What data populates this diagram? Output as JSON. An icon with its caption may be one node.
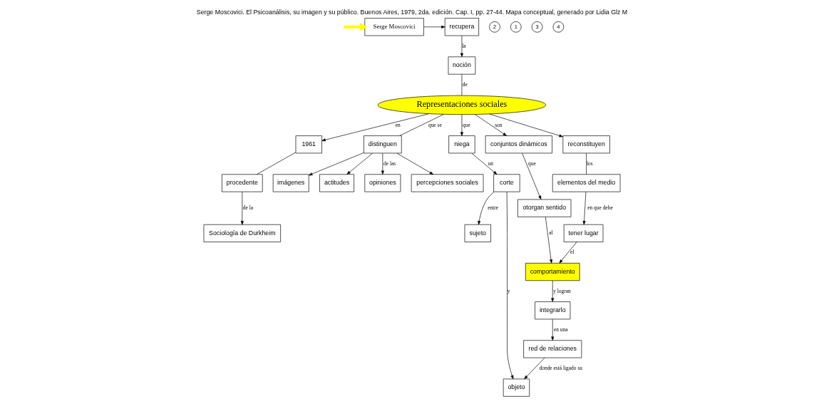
{
  "diagram": {
    "title": "Serge Moscovici. El Psicoanálisis, su imagen y su público. Buenos Aires, 1979, 2da. edición. Cap. I, pp. 27-44. Mapa conceptual, generado por Lidia Glz M",
    "nodes": [
      {
        "text": [
          "Serge Moscovici"
        ]
      },
      {
        "text": [
          "recupera"
        ]
      },
      {
        "text": [
          "noción"
        ]
      },
      {
        "text": [
          "Representaciones sociales"
        ]
      },
      {
        "text": [
          "1961"
        ]
      },
      {
        "text": [
          "procedente"
        ]
      },
      {
        "text": [
          "Sociología de Durkheim"
        ]
      },
      {
        "text": [
          "distinguen"
        ]
      },
      {
        "text": [
          "imágenes"
        ]
      },
      {
        "text": [
          "actitudes"
        ]
      },
      {
        "text": [
          "opiniones"
        ]
      },
      {
        "text": [
          "percepciones sociales"
        ]
      },
      {
        "text": [
          "niega"
        ]
      },
      {
        "text": [
          "corte"
        ]
      },
      {
        "text": [
          "sujeto"
        ]
      },
      {
        "text": [
          "objeto"
        ]
      },
      {
        "text": [
          "conjuntos dinámicos"
        ]
      },
      {
        "text": [
          "otorgan sentido"
        ]
      },
      {
        "text": [
          "comportamiento"
        ]
      },
      {
        "text": [
          "red de relaciones"
        ]
      },
      {
        "text": [
          "integrarlo"
        ]
      },
      {
        "text": [
          "reconstituyen"
        ]
      },
      {
        "text": [
          "elementos del medio"
        ]
      },
      {
        "text": [
          "tener lugar"
        ]
      }
    ],
    "edges": [
      {
        "from": null,
        "to": 0,
        "arrow": "to",
        "style": "thick",
        "color": "#ffff00"
      },
      {
        "from": 0,
        "to": 1,
        "arrow": "to"
      },
      {
        "from": 1,
        "to": 2,
        "arrow": "to",
        "label": "la"
      },
      {
        "from": 2,
        "to": 3,
        "arrow": "none",
        "label": "de"
      },
      {
        "from": 3,
        "to": 4,
        "arrow": "to",
        "label": "en"
      },
      {
        "from": 4,
        "to": 5,
        "arrow": "none"
      },
      {
        "from": 5,
        "to": 6,
        "arrow": "to",
        "label": "de la"
      },
      {
        "from": 3,
        "to": 7,
        "arrow": "none",
        "label": "que se"
      },
      {
        "from": 7,
        "to": 8,
        "arrow": "to"
      },
      {
        "from": 7,
        "to": 9,
        "arrow": "to"
      },
      {
        "from": 7,
        "to": 10,
        "arrow": "to",
        "label": "de las"
      },
      {
        "from": 7,
        "to": 11,
        "arrow": "to"
      },
      {
        "from": 3,
        "to": 12,
        "arrow": "to",
        "label": "que"
      },
      {
        "from": 3,
        "to": 16,
        "arrow": "to",
        "label": "son"
      },
      {
        "from": 3,
        "to": 21,
        "arrow": "to"
      },
      {
        "from": 12,
        "to": 13,
        "arrow": "to",
        "label": "un"
      },
      {
        "from": 13,
        "to": 14,
        "arrow": "to",
        "label": "entre"
      },
      {
        "from": 13,
        "to": 15,
        "arrow": "to",
        "label": "y"
      },
      {
        "from": 16,
        "to": 17,
        "arrow": "to",
        "label": "que"
      },
      {
        "from": 17,
        "to": 18,
        "arrow": "to",
        "label": "al"
      },
      {
        "from": 18,
        "to": 20,
        "arrow": "to",
        "label": "y logran"
      },
      {
        "from": 20,
        "to": 19,
        "arrow": "to",
        "label": "en una"
      },
      {
        "from": 19,
        "to": 15,
        "arrow": "to",
        "label": "donde está ligado su"
      },
      {
        "from": 21,
        "to": 22,
        "arrow": "none",
        "label": "los"
      },
      {
        "from": 22,
        "to": 23,
        "arrow": "to",
        "label": "en que debe"
      },
      {
        "from": 23,
        "to": 18,
        "arrow": "to",
        "label": "el"
      }
    ],
    "labels": [
      "2",
      "1",
      "3",
      "4"
    ]
  }
}
